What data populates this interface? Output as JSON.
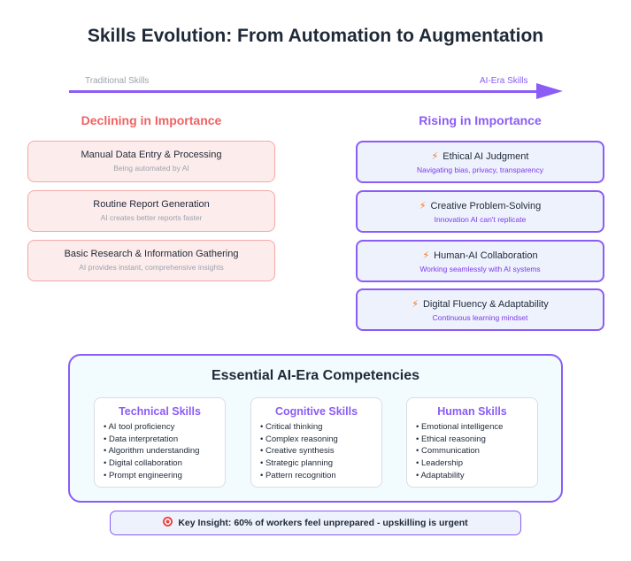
{
  "title": "Skills Evolution: From Automation to Augmentation",
  "timeline": {
    "left_label": "Traditional Skills",
    "right_label": "AI-Era Skills"
  },
  "declining": {
    "heading": "Declining in Importance",
    "items": [
      {
        "title": "Manual Data Entry & Processing",
        "subtitle": "Being automated by AI"
      },
      {
        "title": "Routine Report Generation",
        "subtitle": "AI creates better reports faster"
      },
      {
        "title": "Basic Research & Information Gathering",
        "subtitle": "AI provides instant, comprehensive insights"
      }
    ]
  },
  "rising": {
    "heading": "Rising in Importance",
    "icon": "lightning-bolt-icon",
    "items": [
      {
        "title": "Ethical AI Judgment",
        "subtitle": "Navigating bias, privacy, transparency"
      },
      {
        "title": "Creative Problem-Solving",
        "subtitle": "Innovation AI can't replicate"
      },
      {
        "title": "Human-AI Collaboration",
        "subtitle": "Working seamlessly with AI systems"
      },
      {
        "title": "Digital Fluency & Adaptability",
        "subtitle": "Continuous learning mindset"
      }
    ]
  },
  "competencies": {
    "title": "Essential AI-Era Competencies",
    "groups": [
      {
        "heading": "Technical Skills",
        "items": [
          "AI tool proficiency",
          "Data interpretation",
          "Algorithm understanding",
          "Digital collaboration",
          "Prompt engineering"
        ]
      },
      {
        "heading": "Cognitive Skills",
        "items": [
          "Critical thinking",
          "Complex reasoning",
          "Creative synthesis",
          "Strategic planning",
          "Pattern recognition"
        ]
      },
      {
        "heading": "Human Skills",
        "items": [
          "Emotional intelligence",
          "Ethical reasoning",
          "Communication",
          "Leadership",
          "Adaptability"
        ]
      }
    ]
  },
  "insight": {
    "icon": "target-icon",
    "text": "Key Insight: 60% of workers feel unprepared - upskilling is urgent"
  },
  "colors": {
    "accent": "#8b5cf6",
    "declining": "#ef6262",
    "bolt": "#f97316"
  }
}
